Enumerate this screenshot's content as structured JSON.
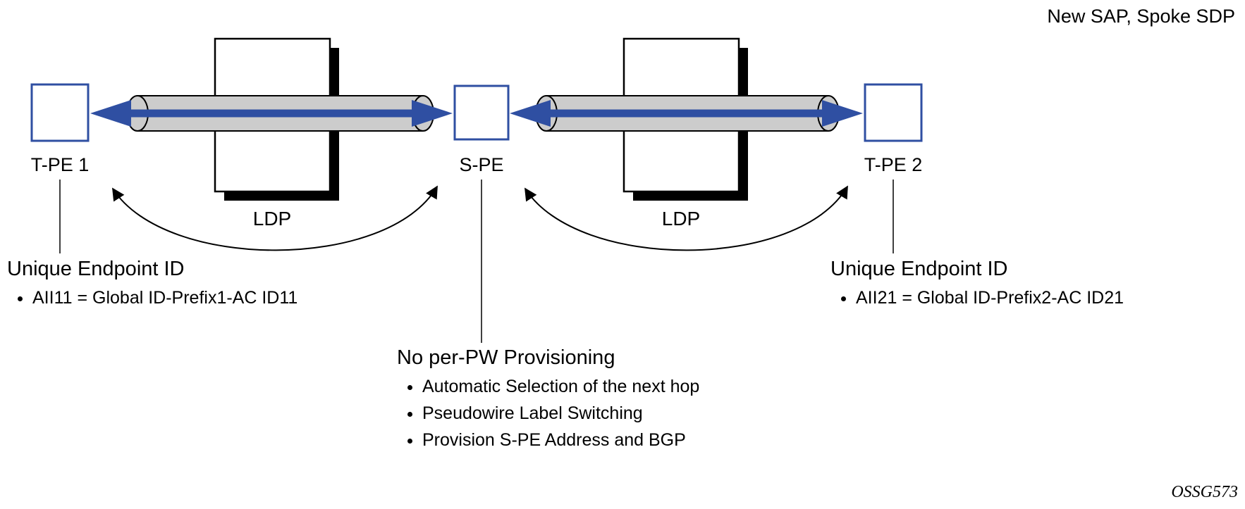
{
  "annotations": {
    "top_right": "New SAP, Spoke SDP",
    "watermark": "OSSG573"
  },
  "nodes": {
    "tpe1": "T-PE 1",
    "spe": "S-PE",
    "tpe2": "T-PE 2"
  },
  "tunnels": {
    "left_label": "LDP",
    "right_label": "LDP"
  },
  "notes": {
    "left": {
      "title": "Unique Endpoint ID",
      "bullets": [
        "AII11 = Global ID-Prefix1-AC ID11"
      ]
    },
    "right": {
      "title": "Unique Endpoint ID",
      "bullets": [
        "AII21 = Global ID-Prefix2-AC ID21"
      ]
    },
    "center": {
      "title": "No per-PW Provisioning",
      "bullets": [
        "Automatic Selection of the next hop",
        "Pseudowire Label Switching",
        "Provision S-PE Address and BGP"
      ]
    }
  },
  "colors": {
    "node_blue": "#2f4fa2",
    "arrow_blue": "#2f4fa2",
    "tunnel_gray": "#cccccc"
  }
}
